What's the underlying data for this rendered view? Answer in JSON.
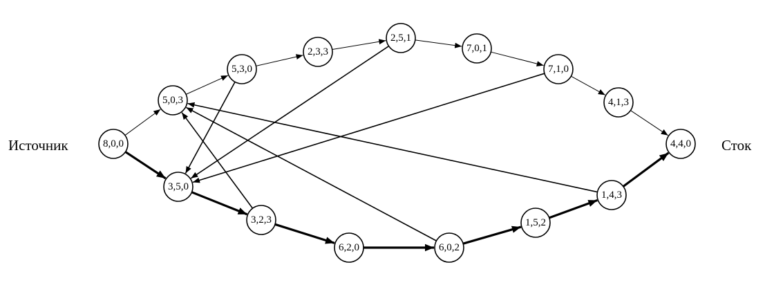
{
  "labels": {
    "source": "Источник",
    "sink": "Сток"
  },
  "nodes": [
    {
      "id": "n800",
      "label": "8,0,0"
    },
    {
      "id": "n503",
      "label": "5,0,3"
    },
    {
      "id": "n530",
      "label": "5,3,0"
    },
    {
      "id": "n233",
      "label": "2,3,3"
    },
    {
      "id": "n251",
      "label": "2,5,1"
    },
    {
      "id": "n701",
      "label": "7,0,1"
    },
    {
      "id": "n710",
      "label": "7,1,0"
    },
    {
      "id": "n413",
      "label": "4,1,3"
    },
    {
      "id": "n440",
      "label": "4,4,0"
    },
    {
      "id": "n350",
      "label": "3,5,0"
    },
    {
      "id": "n323",
      "label": "3,2,3"
    },
    {
      "id": "n620",
      "label": "6,2,0"
    },
    {
      "id": "n602",
      "label": "6,0,2"
    },
    {
      "id": "n152",
      "label": "1,5,2"
    },
    {
      "id": "n143",
      "label": "1,4,3"
    }
  ],
  "edges": [
    {
      "from": "n800",
      "to": "n503",
      "weight": "thin"
    },
    {
      "from": "n503",
      "to": "n530",
      "weight": "thin"
    },
    {
      "from": "n530",
      "to": "n233",
      "weight": "thin"
    },
    {
      "from": "n233",
      "to": "n251",
      "weight": "thin"
    },
    {
      "from": "n251",
      "to": "n701",
      "weight": "thin"
    },
    {
      "from": "n701",
      "to": "n710",
      "weight": "thin"
    },
    {
      "from": "n710",
      "to": "n413",
      "weight": "thin"
    },
    {
      "from": "n413",
      "to": "n440",
      "weight": "thin"
    },
    {
      "from": "n800",
      "to": "n350",
      "weight": "thick"
    },
    {
      "from": "n350",
      "to": "n323",
      "weight": "thick"
    },
    {
      "from": "n323",
      "to": "n620",
      "weight": "thick"
    },
    {
      "from": "n620",
      "to": "n602",
      "weight": "thick"
    },
    {
      "from": "n602",
      "to": "n152",
      "weight": "thick"
    },
    {
      "from": "n152",
      "to": "n143",
      "weight": "thick"
    },
    {
      "from": "n143",
      "to": "n440",
      "weight": "thick"
    },
    {
      "from": "n530",
      "to": "n350",
      "weight": "medium"
    },
    {
      "from": "n251",
      "to": "n350",
      "weight": "medium"
    },
    {
      "from": "n710",
      "to": "n350",
      "weight": "medium"
    },
    {
      "from": "n143",
      "to": "n503",
      "weight": "medium"
    },
    {
      "from": "n602",
      "to": "n503",
      "weight": "medium"
    },
    {
      "from": "n323",
      "to": "n503",
      "weight": "medium"
    }
  ]
}
